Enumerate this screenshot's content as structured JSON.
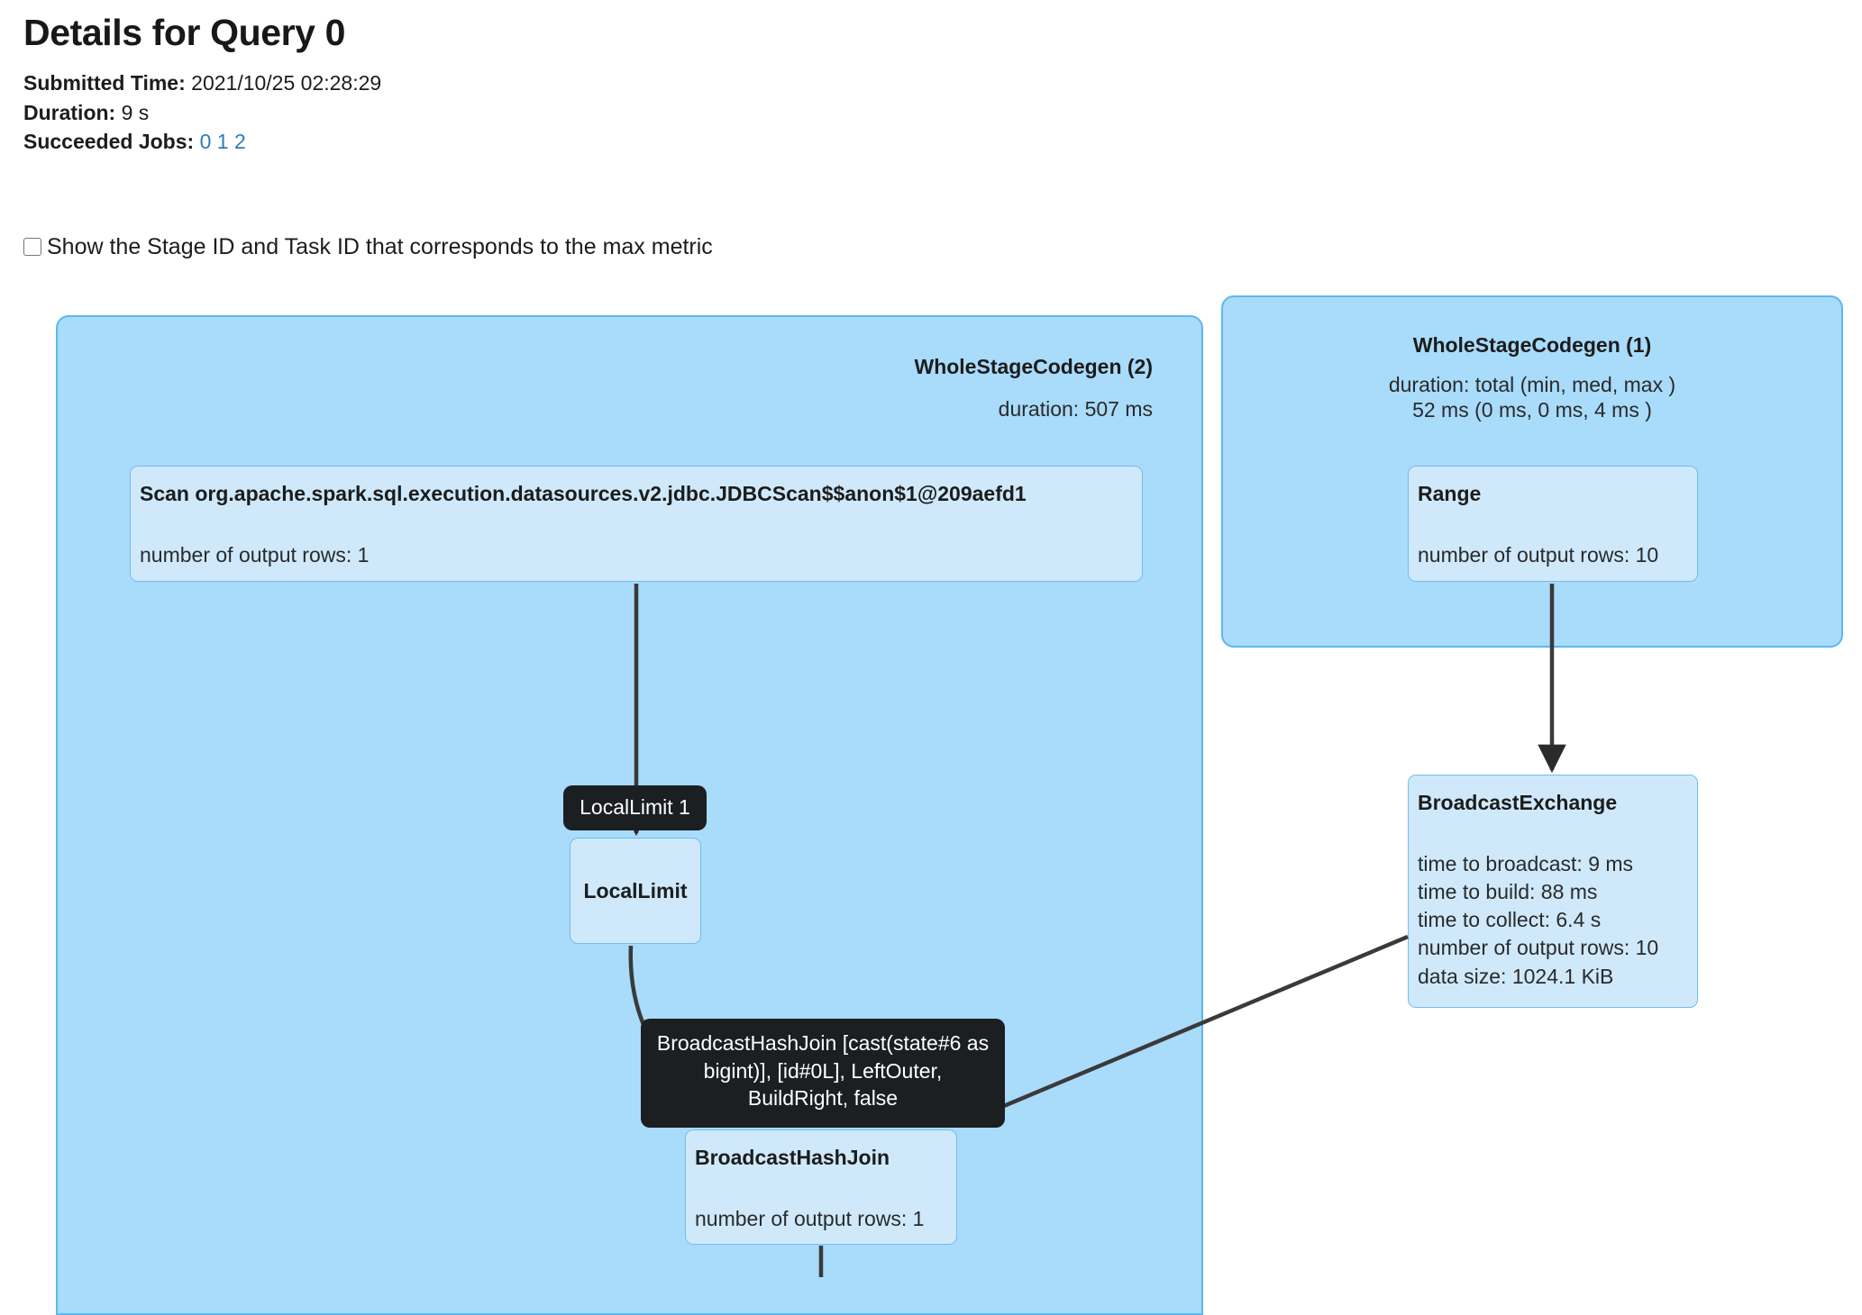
{
  "header": {
    "title": "Details for Query 0",
    "submitted_time_label": "Submitted Time:",
    "submitted_time_value": "2021/10/25 02:28:29",
    "duration_label": "Duration:",
    "duration_value": "9 s",
    "succeeded_jobs_label": "Succeeded Jobs:",
    "jobs": [
      "0",
      "1",
      "2"
    ]
  },
  "controls": {
    "show_stage_task_checkbox_label": "Show the Stage ID and Task ID that corresponds to the max metric",
    "show_stage_task_checked": false
  },
  "colors": {
    "cluster_fill": "#a9dbfb",
    "cluster_border": "#5cb8ee",
    "node_fill": "#cfe9fb",
    "node_border": "#74bdec",
    "tooltip_bg": "#1c1f21",
    "tooltip_text": "#ffffff",
    "link_color": "#2c7cc0",
    "edge_color": "#333333"
  },
  "dag": {
    "clusters": [
      {
        "id": "wsc2",
        "title": "WholeStageCodegen (2)",
        "metric": "duration: 507 ms"
      },
      {
        "id": "wsc1",
        "title": "WholeStageCodegen (1)",
        "metric": "duration: total (min, med, max )\n52 ms (0 ms, 0 ms, 4 ms )"
      }
    ],
    "nodes": [
      {
        "id": "scan",
        "title": "Scan org.apache.spark.sql.execution.datasources.v2.jdbc.JDBCScan$$anon$1@209aefd1",
        "metrics": "number of output rows: 1"
      },
      {
        "id": "locallimit",
        "title": "LocalLimit",
        "metrics": ""
      },
      {
        "id": "bhj",
        "title": "BroadcastHashJoin",
        "metrics": "number of output rows: 1"
      },
      {
        "id": "range",
        "title": "Range",
        "metrics": "number of output rows: 10"
      },
      {
        "id": "bcx",
        "title": "BroadcastExchange",
        "metrics": "time to broadcast: 9 ms\ntime to build: 88 ms\ntime to collect: 6.4 s\nnumber of output rows: 10\ndata size: 1024.1 KiB"
      }
    ],
    "tooltips": [
      {
        "id": "locallimit",
        "text": "LocalLimit 1"
      },
      {
        "id": "bhj",
        "text": "BroadcastHashJoin [cast(state#6 as bigint)], [id#0L], LeftOuter, BuildRight, false"
      }
    ]
  }
}
